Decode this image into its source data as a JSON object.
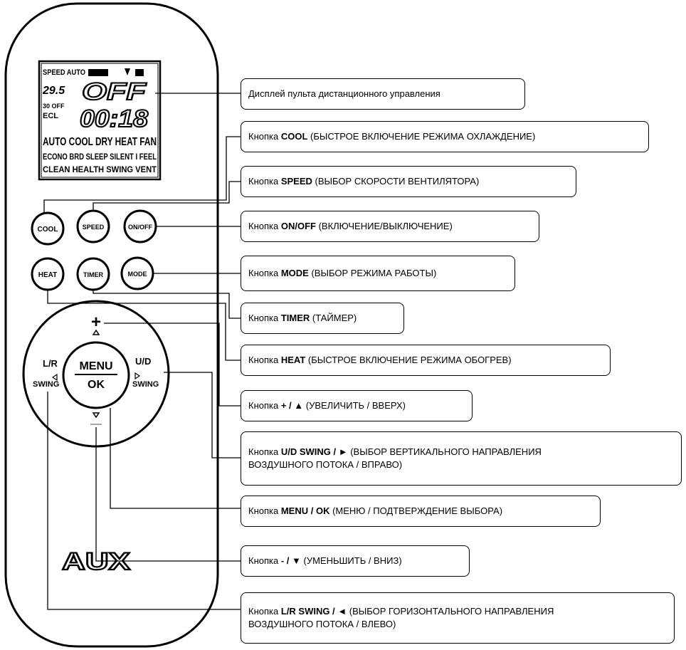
{
  "remote": {
    "brand": "AUX",
    "lcd": {
      "row1": "SPEED AUTO",
      "temp_small": "29.5",
      "temp_main": "OFF",
      "sub_small": "30 OFF",
      "sub_small2": "ECL",
      "time_main": "00:18",
      "modes": "AUTO COOL DRY HEAT FAN",
      "row_b": "ECONO BRD SLEEP SILENT I FEEL",
      "row_c": "CLEAN HEALTH SWING VENT"
    },
    "buttons": {
      "cool": "COOL",
      "speed": "SPEED",
      "onoff": "ON/OFF",
      "heat": "HEAT",
      "timer": "TIMER",
      "mode": "MODE",
      "menu": "MENU",
      "ok": "OK",
      "plus": "+",
      "minus": "—",
      "lr_swing_top": "L/R",
      "lr_swing_bottom": "SWING",
      "ud_swing_top": "U/D",
      "ud_swing_bottom": "SWING"
    }
  },
  "callouts": [
    {
      "prefix": "",
      "bold": "",
      "rest": "Дисплей пульта дистанционного управления"
    },
    {
      "prefix": "Кнопка ",
      "bold": "COOL",
      "rest": " (БЫСТРОЕ ВКЛЮЧЕНИЕ РЕЖИМА ОХЛАЖДЕНИЕ)"
    },
    {
      "prefix": "Кнопка ",
      "bold": "SPEED",
      "rest": " (ВЫБОР СКОРОСТИ ВЕНТИЛЯТОРА)"
    },
    {
      "prefix": "Кнопка ",
      "bold": "ON/OFF",
      "rest": " (ВКЛЮЧЕНИЕ/ВЫКЛЮЧЕНИЕ)"
    },
    {
      "prefix": "Кнопка ",
      "bold": "MODE",
      "rest": " (ВЫБОР РЕЖИМА РАБОТЫ)"
    },
    {
      "prefix": "Кнопка ",
      "bold": "TIMER",
      "rest": " (ТАЙМЕР)"
    },
    {
      "prefix": "Кнопка ",
      "bold": "HEAT",
      "rest": " (БЫСТРОЕ ВКЛЮЧЕНИЕ РЕЖИМА ОБОГРЕВ)"
    },
    {
      "prefix": "Кнопка ",
      "bold": "+ / ▲",
      "rest": " (УВЕЛИЧИТЬ / ВВЕРХ)"
    },
    {
      "prefix": "Кнопка ",
      "bold": "U/D SWING / ►",
      "rest": " (ВЫБОР ВЕРТИКАЛЬНОГО НАПРАВЛЕНИЯ",
      "line2": "ВОЗДУШНОГО ПОТОКА / ВПРАВО)"
    },
    {
      "prefix": "Кнопка ",
      "bold": "MENU / OK",
      "rest": " (МЕНЮ / ПОДТВЕРЖДЕНИЕ ВЫБОРА)"
    },
    {
      "prefix": "Кнопка ",
      "bold": "- / ▼",
      "rest": " (УМЕНЬШИТЬ / ВНИЗ)"
    },
    {
      "prefix": "Кнопка ",
      "bold": "L/R SWING / ◄",
      "rest": " (ВЫБОР ГОРИЗОНТАЛЬНОГО НАПРАВЛЕНИЯ",
      "line2": "ВОЗДУШНОГО ПОТОКА / ВЛЕВО)"
    }
  ]
}
